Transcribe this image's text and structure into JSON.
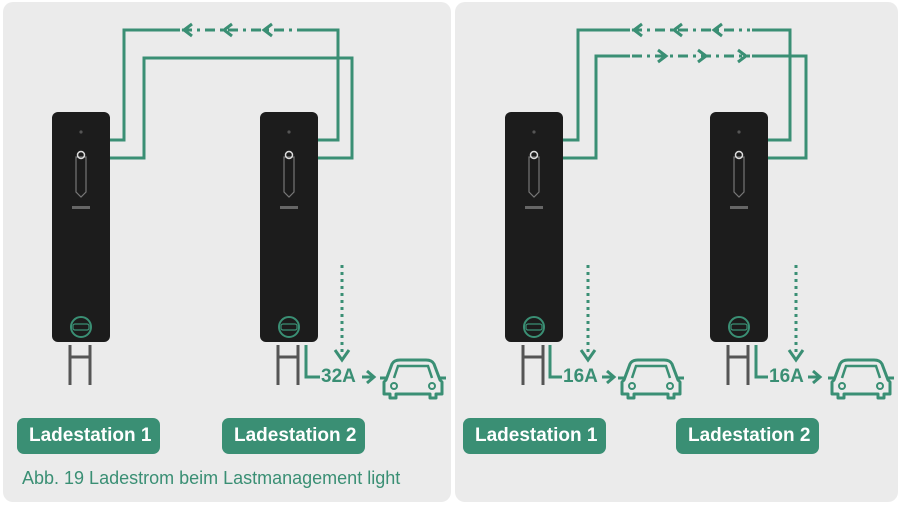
{
  "panels": [
    {
      "stations": [
        {
          "label": "Ladestation 1"
        },
        {
          "label": "Ladestation 2",
          "current": "32A"
        }
      ]
    },
    {
      "stations": [
        {
          "label": "Ladestation 1",
          "current": "16A"
        },
        {
          "label": "Ladestation 2",
          "current": "16A"
        }
      ]
    }
  ],
  "caption": "Abb. 19 Ladestrom beim Lastmanagement light",
  "colors": {
    "accent": "#3a8f74",
    "background": "#ebebeb",
    "charger": "#1c1c1c"
  }
}
